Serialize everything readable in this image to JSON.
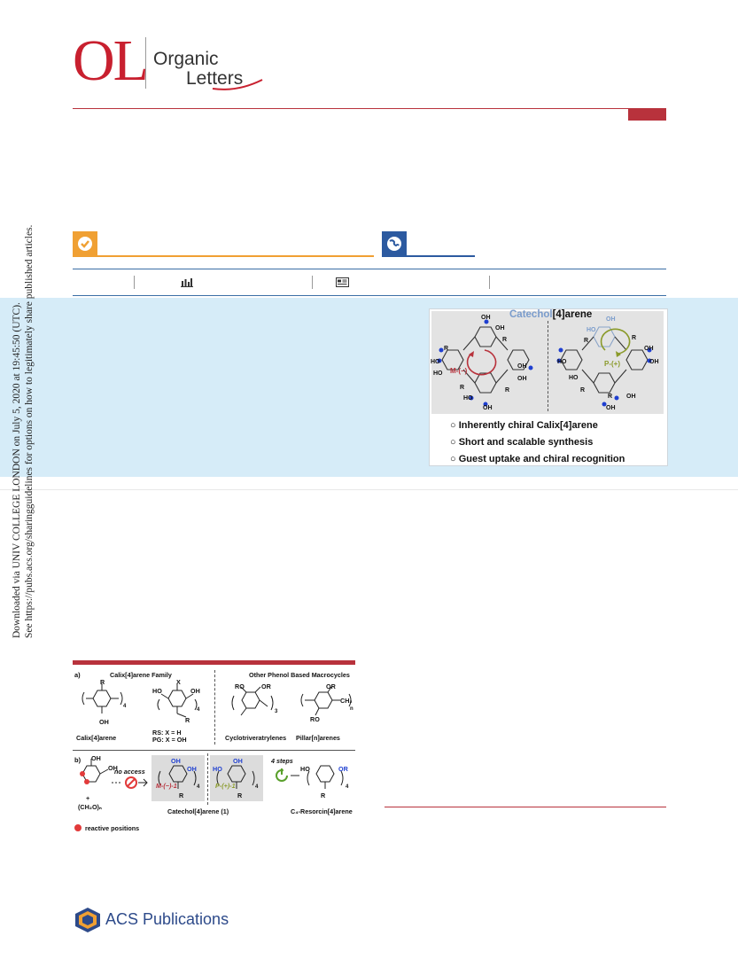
{
  "header": {
    "journal_abbrev": "OL",
    "journal_line1": "Organic",
    "journal_line2": "Letters"
  },
  "toc_graphic": {
    "title_prefix": "Catechol",
    "title_suffix": "[4]arene",
    "left_label": "M-(−)",
    "right_label": "P-(+)",
    "substituents": {
      "hydroxyl": "OH",
      "hydroxyl_rev": "HO",
      "alkyl": "R"
    },
    "bullets": [
      "Inherently chiral Calix[4]arene",
      "Short and scalable synthesis",
      "Guest uptake and chiral recognition"
    ]
  },
  "side_notice": {
    "line1": "Downloaded via UNIV COLLEGE LONDON on July 5, 2020 at 19:45:50 (UTC).",
    "line2": "See https://pubs.acs.org/sharingguidelines for options on how to legitimately share published articles."
  },
  "scheme": {
    "part_a": "a)",
    "part_b": "b)",
    "family_title": "Calix[4]arene Family",
    "other_title": "Other Phenol Based Macrocycles",
    "calix_label": "Calix[4]arene",
    "rs_pg_label_1": "RS: X = H",
    "rs_pg_label_2": "PG: X = OH",
    "ctv_label": "Cyclotriveratrylenes",
    "pillar_label": "Pillar[n]arenes",
    "no_access": "no access",
    "four_steps": "4 steps",
    "reagent": "(CH₂O)ₙ",
    "plus": "+",
    "reactive": "reactive positions",
    "m_label": "M-(−)-1",
    "p_label": "P-(+)-1",
    "resorcin_label": "C₄-Resorcin[4]arene",
    "catechol_label": "Catechol[4]arene (1)",
    "sub_r": "R",
    "sub_x": "X",
    "sub_oh": "OH",
    "sub_ho": "HO",
    "sub_ro": "RO",
    "sub_or": "OR",
    "sub_ch2": "CH₂",
    "idx_4": "4",
    "idx_3": "3",
    "idx_n": "n"
  },
  "footer": {
    "publisher": "ACS Publications"
  },
  "colors": {
    "brand_red": "#c8202f",
    "open_access_orange": "#f0a033",
    "acs_blue": "#2c5aa0",
    "abstract_band": "#d6ecf8",
    "hydroxyl_blue": "#1f3fd0",
    "m_enantiomer": "#b8323c",
    "p_enantiomer": "#8a9a2a"
  },
  "icons": [
    "check-icon",
    "globe-icon",
    "bar-chart-icon",
    "article-icon",
    "arrow-rotation-icon",
    "prohibited-icon",
    "acs-logo-icon"
  ]
}
